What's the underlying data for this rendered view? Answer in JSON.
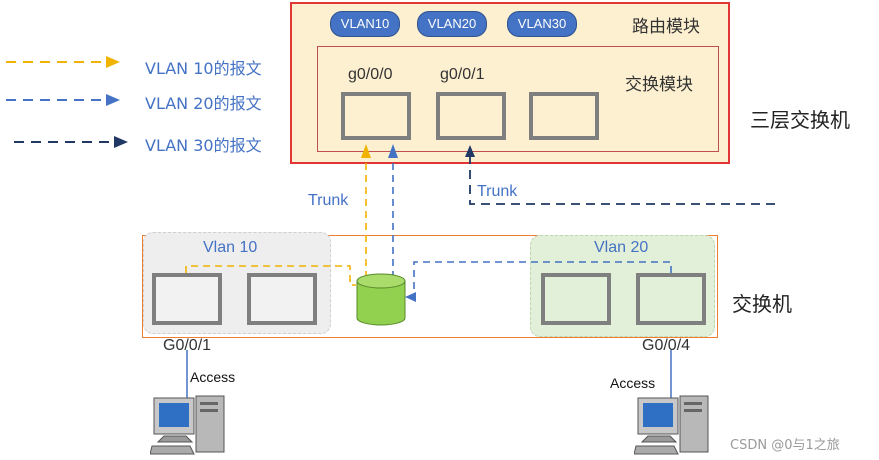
{
  "legend": [
    {
      "label": "VLAN 10的报文",
      "color": "#f0b400"
    },
    {
      "label": "VLAN 20的报文",
      "color": "#4472c4"
    },
    {
      "label": "VLAN 30的报文",
      "color": "#1f3864"
    }
  ],
  "l3switch": {
    "title": "三层交换机",
    "routing_module_label": "路由模块",
    "switching_module_label": "交换模块",
    "vlanifs": [
      "VLAN10",
      "VLAN20",
      "VLAN30"
    ],
    "ports": [
      "g0/0/0",
      "g0/0/1"
    ]
  },
  "links": {
    "trunk_left": "Trunk",
    "trunk_right": "Trunk",
    "access_left": "Access",
    "access_right": "Access"
  },
  "l2switch": {
    "title": "交换机",
    "vlan10_label": "Vlan 10",
    "vlan20_label": "Vlan 20",
    "port_left": "G0/0/1",
    "port_right": "G0/0/4"
  },
  "watermark": "CSDN @0与1之旅",
  "colors": {
    "vlan10": "#f0b400",
    "vlan20": "#4472c4",
    "vlan30": "#1f3864",
    "l3_border": "#e23636",
    "l3_fill": "#fdf0d0",
    "l2_border": "#ed7d31",
    "cylinder": "#92d050"
  }
}
